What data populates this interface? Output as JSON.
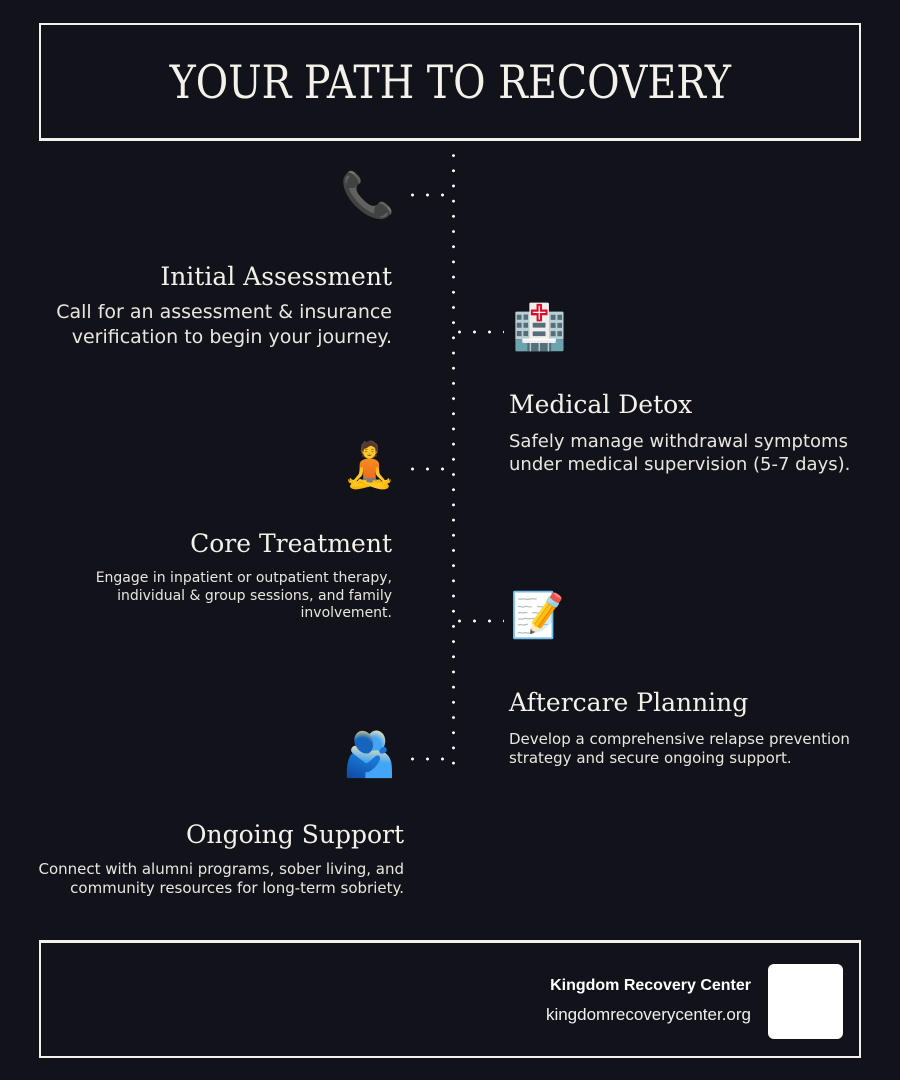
{
  "header": {
    "title": "YOUR PATH TO RECOVERY"
  },
  "steps": [
    {
      "title": "Initial Assessment",
      "description": "Call for an assessment & insurance verification to begin your journey.",
      "icon": "telephone-receiver-icon",
      "icon_glyph": "📞",
      "side": "left"
    },
    {
      "title": "Medical Detox",
      "description": "Safely manage withdrawal symptoms under medical supervision (5-7 days).",
      "icon": "hospital-icon",
      "icon_glyph": "🏥",
      "side": "right"
    },
    {
      "title": "Core Treatment",
      "description": "Engage in inpatient or outpatient therapy, individual & group sessions, and family involvement.",
      "icon": "person-in-lotus-position-icon",
      "icon_glyph": "🧘",
      "side": "left"
    },
    {
      "title": "Aftercare Planning",
      "description": "Develop a comprehensive relapse prevention strategy and secure ongoing support.",
      "icon": "memo-icon",
      "icon_glyph": "📝",
      "side": "right"
    },
    {
      "title": "Ongoing Support",
      "description": "Connect with alumni programs, sober living, and community resources for long-term sobriety.",
      "icon": "people-hugging-icon",
      "icon_glyph": "🫂",
      "side": "left"
    }
  ],
  "footer": {
    "org_name": "Kingdom Recovery Center",
    "org_url": "kingdomrecoverycenter.org"
  },
  "colors": {
    "background": "#12131a",
    "text": "#f4f1ea",
    "border": "#f4f1ea"
  }
}
